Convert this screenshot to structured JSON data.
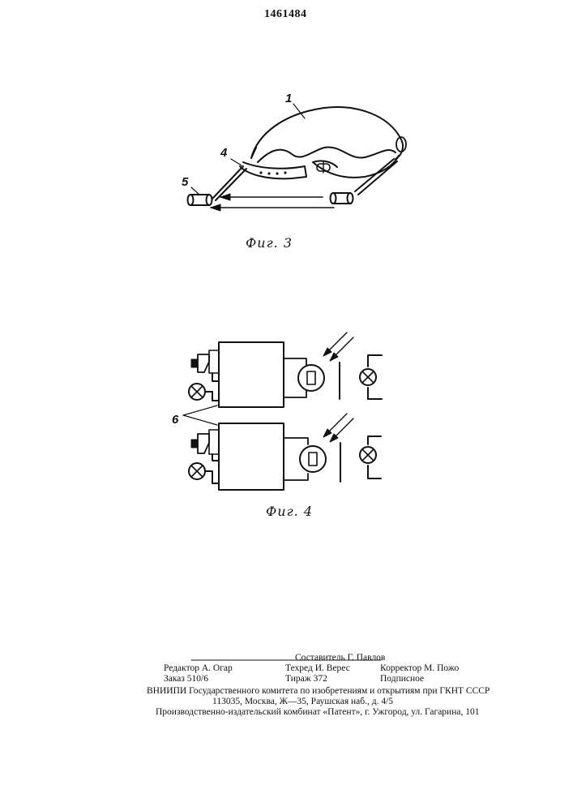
{
  "header": {
    "patent_number": "1461484"
  },
  "figures": [
    {
      "caption": "Фиг. 3",
      "labels": [
        "1",
        "4",
        "5"
      ]
    },
    {
      "caption": "Фиг. 4",
      "labels": [
        "6"
      ]
    }
  ],
  "imprint": {
    "composer": "Составитель Г. Павлов",
    "editor": "Редактор А. Огар",
    "tech_editor": "Техред И. Верес",
    "corrector": "Корректор М. Пожо",
    "order": "Заказ 510/6",
    "circulation": "Тираж 372",
    "subscription": "Подписное",
    "institute": "ВНИИПИ Государственного комитета по изобретениям и открытиям при ГКНТ СССР",
    "address": "113035, Москва, Ж—35, Раушская наб., д. 4/5",
    "publisher": "Производственно-издательский комбинат «Патент», г. Ужгород, ул. Гагарина, 101"
  }
}
